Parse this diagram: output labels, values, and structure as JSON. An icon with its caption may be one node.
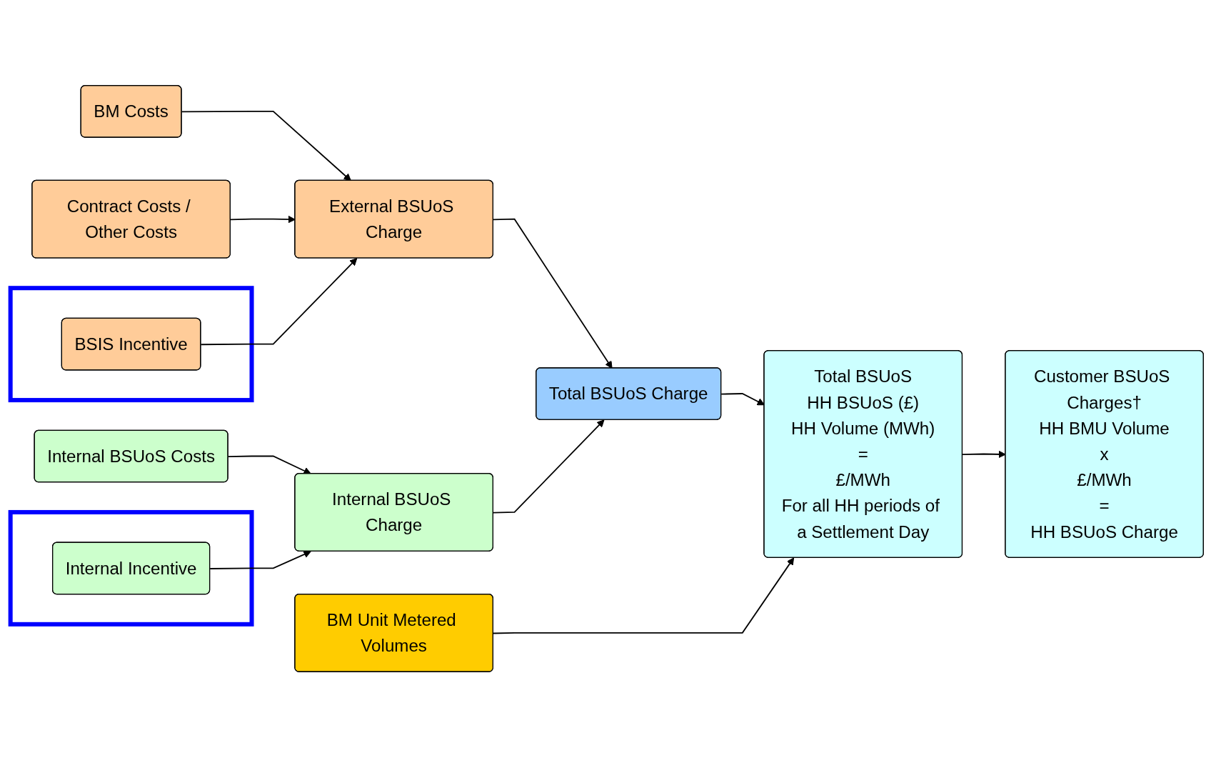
{
  "diagram": {
    "nodes": [
      {
        "text": [
          "BM Costs"
        ]
      },
      {
        "text": [
          "Contract Costs / Other Costs"
        ]
      },
      {
        "text": [],
        "shape": "box"
      },
      {
        "text": [
          "BSIS Incentive"
        ],
        "in": 2
      },
      {
        "text": [
          "External BSUoS Charge"
        ]
      },
      {
        "text": [
          "Total BSUoS Charge"
        ]
      },
      {
        "text": [
          "Internal BSUoS Costs"
        ]
      },
      {
        "text": [],
        "shape": "box"
      },
      {
        "text": [
          "Internal Incentive"
        ],
        "in": 7
      },
      {
        "text": [
          "Internal BSUoS Charge"
        ]
      },
      {
        "text": [
          "BM Unit Metered Volumes"
        ]
      },
      {
        "text": [
          "Total BSUoS",
          "HH BSUoS (£)",
          "HH Volume (MWh)",
          "=",
          "£/MWh",
          "For all HH periods of a Settlement Day"
        ]
      },
      {
        "text": [
          "Customer BSUoS Charges†",
          "HH BMU Volume",
          "x",
          "£/MWh",
          "=",
          "HH BSUoS Charge"
        ]
      }
    ],
    "edges": [
      {
        "from": 0,
        "to": 4,
        "arrow": "to"
      },
      {
        "from": 1,
        "to": 4,
        "arrow": "to"
      },
      {
        "from": 3,
        "to": 4,
        "arrow": "to"
      },
      {
        "from": 4,
        "to": 5,
        "arrow": "to"
      },
      {
        "from": 6,
        "to": 9,
        "arrow": "to"
      },
      {
        "from": 8,
        "to": 9,
        "arrow": "to"
      },
      {
        "from": 9,
        "to": 5,
        "arrow": "to"
      },
      {
        "from": 5,
        "to": 11,
        "arrow": "to"
      },
      {
        "from": 10,
        "to": 11,
        "arrow": "to"
      },
      {
        "from": 11,
        "to": 12,
        "arrow": "to"
      }
    ]
  }
}
